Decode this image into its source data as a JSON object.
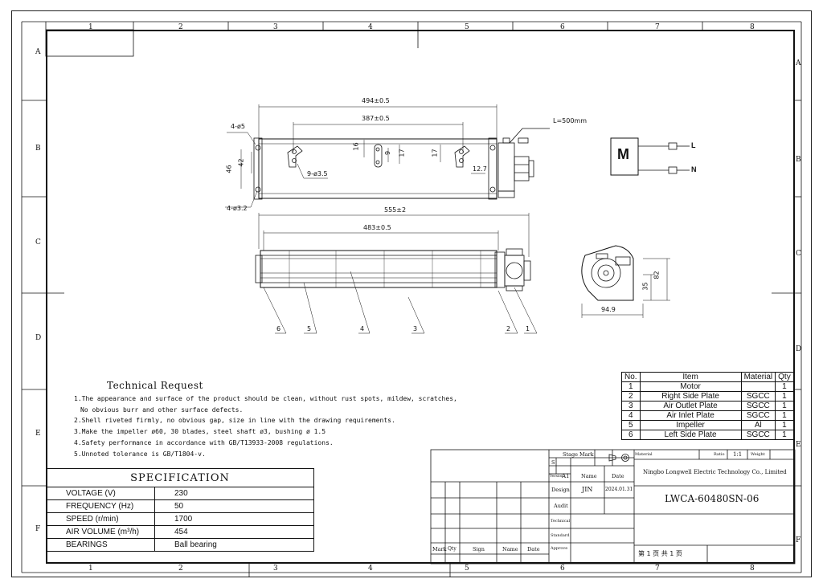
{
  "zones": {
    "columns": [
      "1",
      "2",
      "3",
      "4",
      "5",
      "6",
      "7",
      "8"
    ],
    "rows": [
      "A",
      "B",
      "C",
      "D",
      "E",
      "F"
    ]
  },
  "dimensions": {
    "top_overall": "494±0.5",
    "top_hole_span": "387±0.5",
    "hole_small": "4-ø5",
    "hole_slot": "9-ø3.5",
    "hole_rivet": "4-ø3.2",
    "lead_length": "L=500mm",
    "d46": "46",
    "d42": "42",
    "d16": "16",
    "d9": "9",
    "d17a": "17",
    "d17b": "17",
    "d12_7": "12.7",
    "front_overall": "555±2",
    "front_inner": "483±0.5",
    "side_82": "82",
    "side_35": "35",
    "side_94_9": "94.9"
  },
  "balloons": [
    "6",
    "5",
    "4",
    "3",
    "2",
    "1"
  ],
  "motor_symbol": {
    "label": "M",
    "line1": "L",
    "line2": "N"
  },
  "technical_request": {
    "title": "Technical Request",
    "lines": [
      "1.The appearance and surface of the product should be clean, without rust spots, mildew, scratches,",
      "No obvious burr and other surface defects.",
      "2.Shell riveted firmly, no obvious gap, size in line with the drawing requirements.",
      "3.Make the impeller ø60, 30 blades, steel shaft ø3, bushing ø 1.5",
      "4.Safety performance in accordance with GB/T13933-2008 regulations.",
      "5.Unnoted tolerance is GB/T1804-v."
    ]
  },
  "bom": {
    "headers": [
      "No.",
      "Item",
      "Material",
      "Qty"
    ],
    "rows": [
      [
        "1",
        "Motor",
        "",
        "1"
      ],
      [
        "2",
        "Right Side Plate",
        "SGCC",
        "1"
      ],
      [
        "3",
        "Air Outlet Plate",
        "SGCC",
        "1"
      ],
      [
        "4",
        "Air Inlet Plate",
        "SGCC",
        "1"
      ],
      [
        "5",
        "Impeller",
        "Al",
        "1"
      ],
      [
        "6",
        "Left Side Plate",
        "SGCC",
        "1"
      ]
    ]
  },
  "specification": {
    "title": "SPECIFICATION",
    "rows": [
      [
        "VOLTAGE (V)",
        "230"
      ],
      [
        "FREQUENCY  (Hz)",
        "50"
      ],
      [
        "SPEED  (r/min)",
        "1700"
      ],
      [
        "AIR  VOLUME  (m³/h)",
        "454"
      ],
      [
        "BEARINGS",
        "Ball bearing"
      ]
    ]
  },
  "title_block": {
    "stage_mark": "Stage Mark",
    "stage_s": "S",
    "version_label": "Version",
    "version_value": "A1",
    "name_header": "Name",
    "date_header": "Date",
    "design_label": "Design",
    "design_name": "JIN",
    "design_date": "2024.01.31",
    "audit_label": "Audit",
    "technical_label": "Technical",
    "standard_label": "Standard",
    "approve_label": "Approve",
    "material_label": "Material",
    "ratio_label": "Ratio",
    "ratio_value": "1:1",
    "weight_label": "Weight",
    "company": "Ningbo Longwell Electric Technology  Co., Limited",
    "drawing_no": "LWCA-60480SN-06",
    "sheet": "第 1 页  共 1 页",
    "bottom_headers": [
      "Mark",
      "Qty",
      "Sign",
      "Name",
      "Date"
    ]
  }
}
